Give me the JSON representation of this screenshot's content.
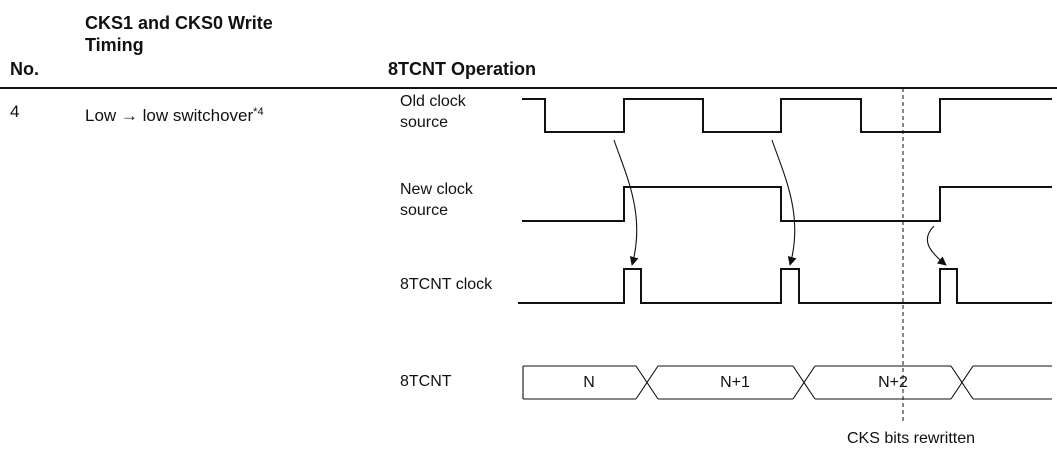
{
  "table": {
    "header": {
      "no": "No.",
      "timing": "CKS1 and CKS0 Write Timing",
      "operation": "8TCNT Operation"
    },
    "row": {
      "no": "4",
      "timing": "Low → low switchover",
      "timing_note": "*4"
    }
  },
  "diagram": {
    "signals": {
      "old_clock_line1": "Old clock",
      "old_clock_line2": "source",
      "new_clock_line1": "New clock",
      "new_clock_line2": "source",
      "tcnt_clock": "8TCNT clock",
      "tcnt": "8TCNT"
    },
    "counter_values": [
      "N",
      "N+1",
      "N+2"
    ],
    "annotation": "CKS bits rewritten"
  }
}
